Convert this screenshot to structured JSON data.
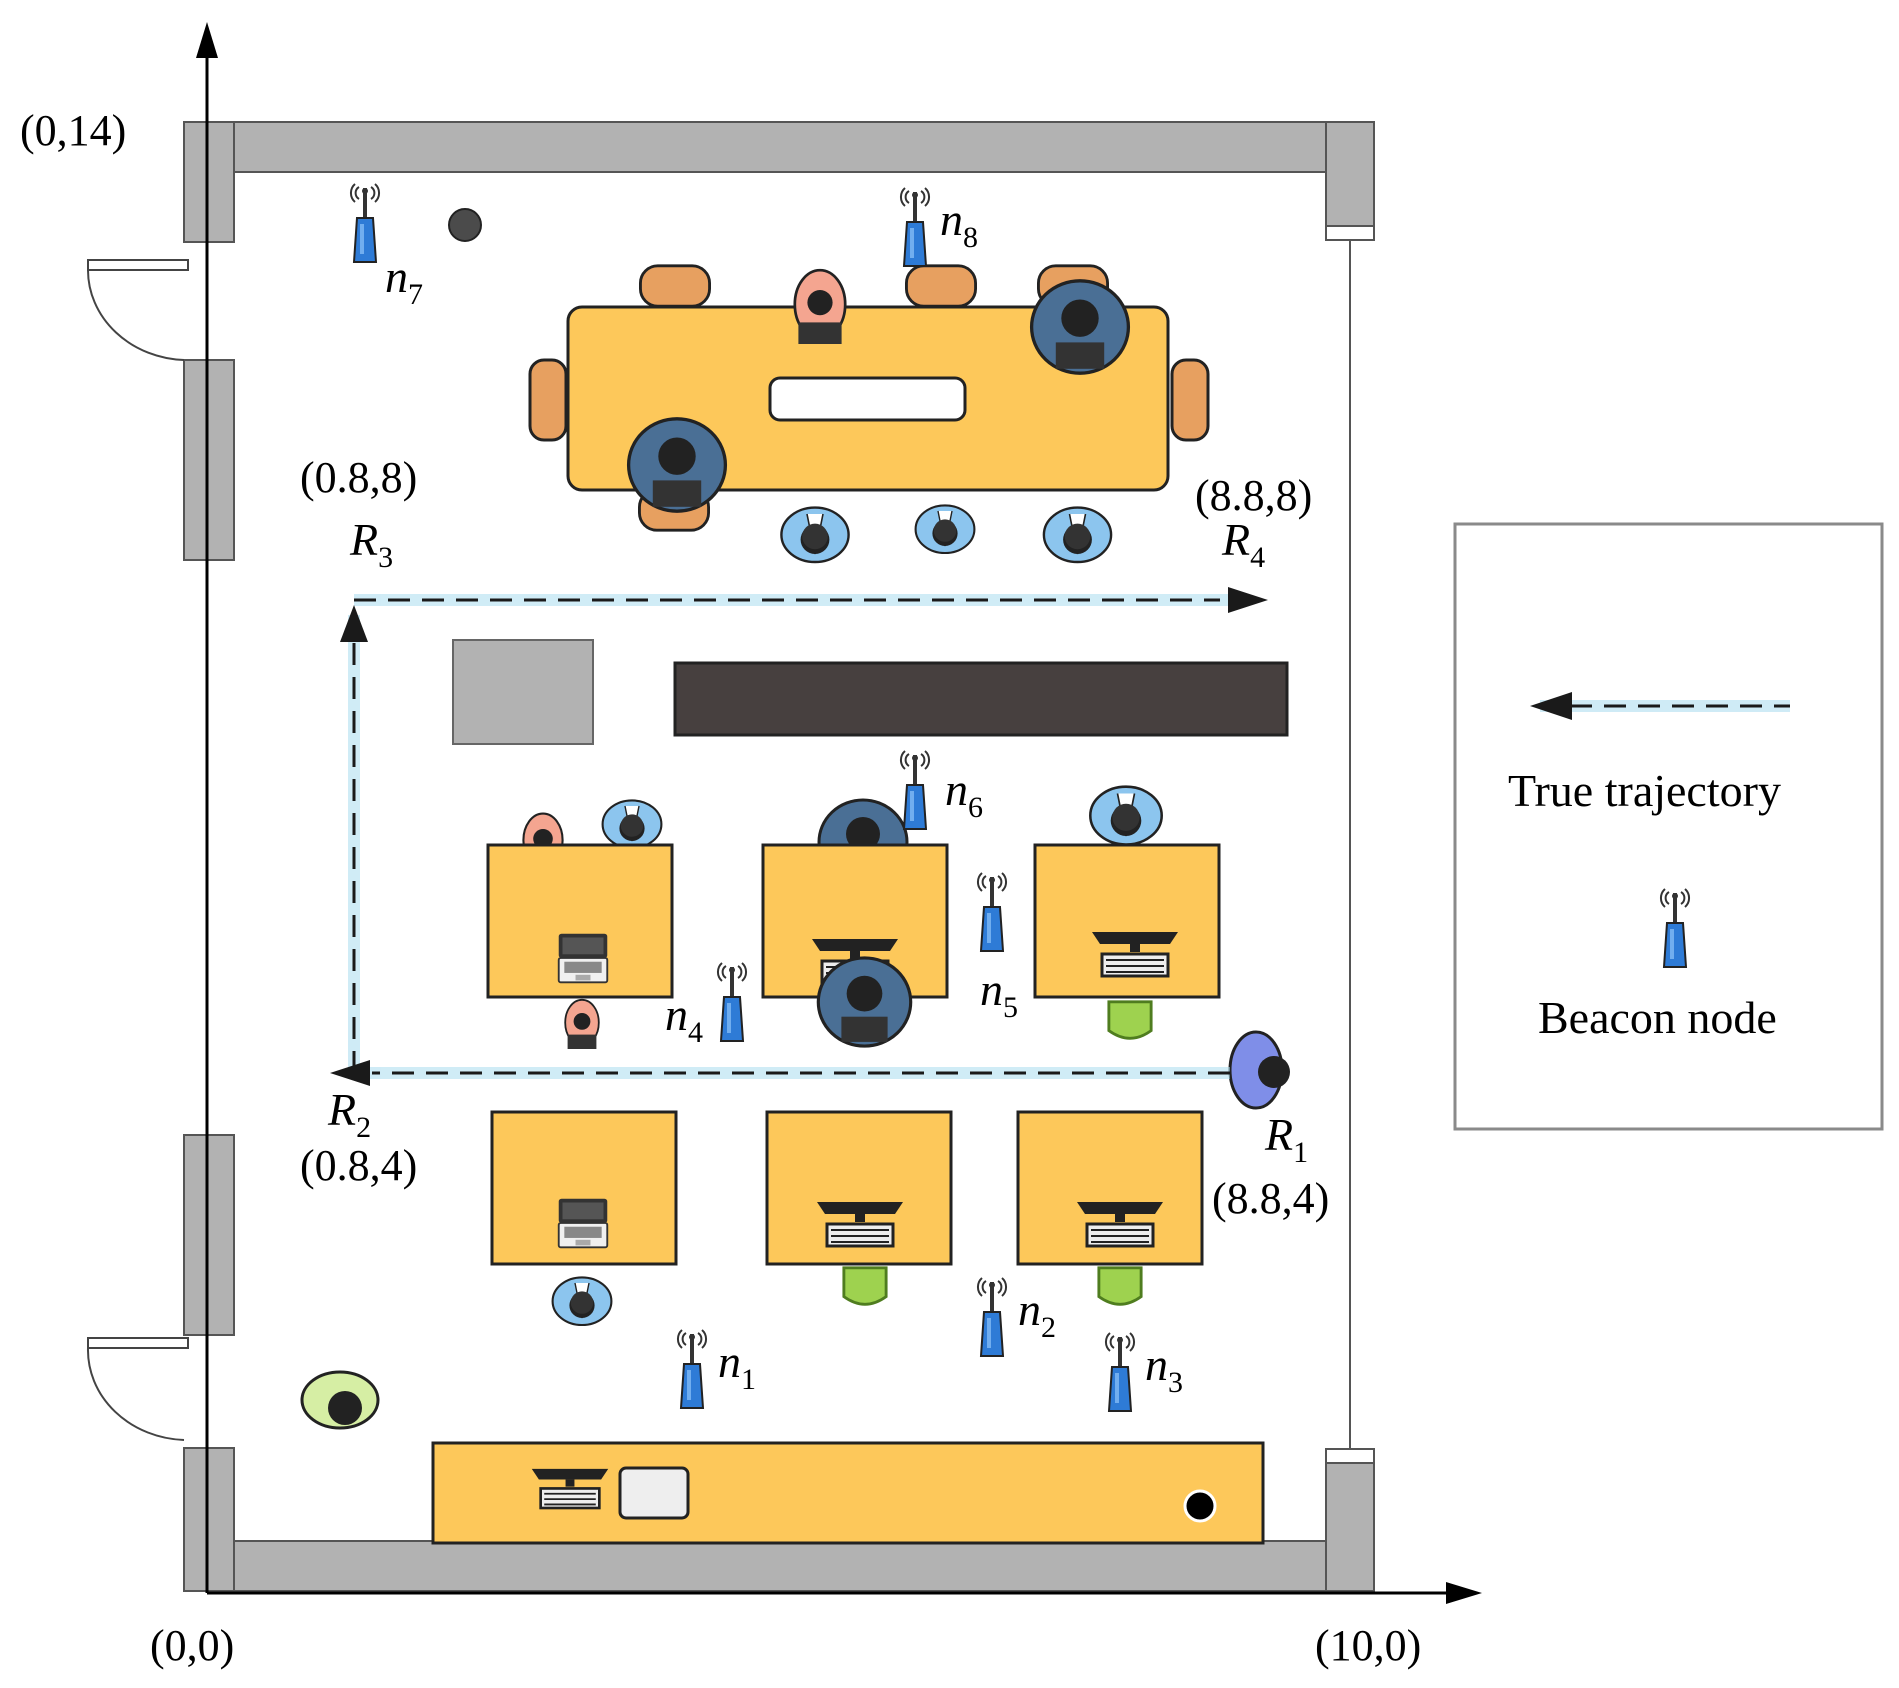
{
  "origin_label": "(0,0)",
  "x_end_label": "(10,0)",
  "y_end_label": "(0,14)",
  "waypoints": [
    {
      "name": "R",
      "sub": "1",
      "coord": "(8.8,4)"
    },
    {
      "name": "R",
      "sub": "2",
      "coord": "(0.8,4)"
    },
    {
      "name": "R",
      "sub": "3",
      "coord": "(0.8,8)"
    },
    {
      "name": "R",
      "sub": "4",
      "coord": "(8.8,8)"
    }
  ],
  "beacons": [
    {
      "name": "n",
      "sub": "1"
    },
    {
      "name": "n",
      "sub": "2"
    },
    {
      "name": "n",
      "sub": "3"
    },
    {
      "name": "n",
      "sub": "4"
    },
    {
      "name": "n",
      "sub": "5"
    },
    {
      "name": "n",
      "sub": "6"
    },
    {
      "name": "n",
      "sub": "7"
    },
    {
      "name": "n",
      "sub": "8"
    }
  ],
  "legend": {
    "trajectory_label": "True trajectory",
    "beacon_label": "Beacon node"
  },
  "colors": {
    "wall": "#b2b2b2",
    "table": "#fdc85a",
    "trajectory_glow": "#a9dcef",
    "beacon": "#2e7bd6",
    "bench": "#47403f"
  }
}
